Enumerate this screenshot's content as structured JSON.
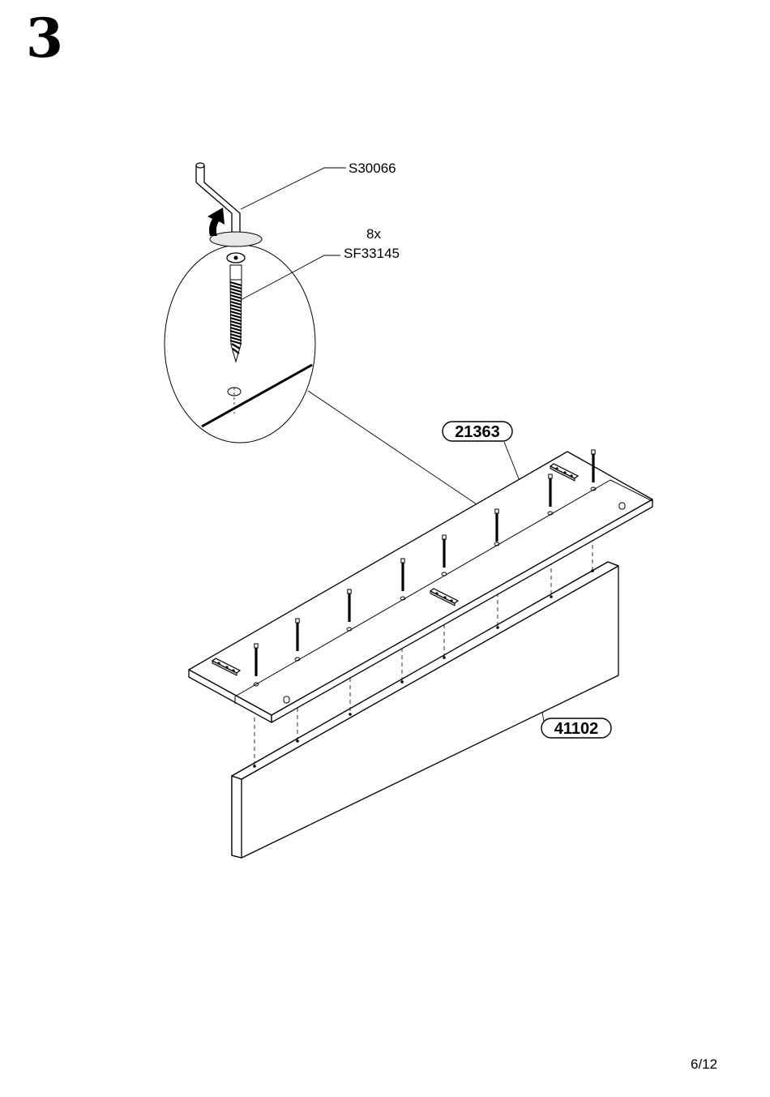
{
  "step": {
    "number": "3"
  },
  "page": {
    "indicator": "6/12"
  },
  "callouts": {
    "tool_code": "S30066",
    "screw_qty": "8x",
    "screw_code": "SF33145"
  },
  "parts": {
    "top_panel": "21363",
    "front_panel": "41102"
  }
}
